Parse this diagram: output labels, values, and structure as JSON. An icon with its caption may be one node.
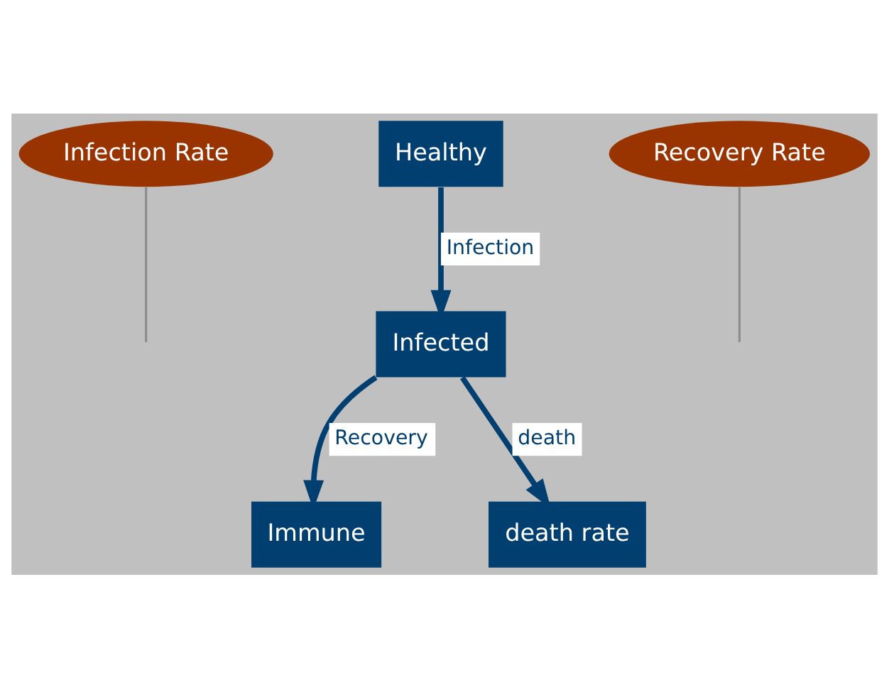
{
  "diagram": {
    "nodes": [
      {
        "text": [
          "Infection Rate"
        ]
      },
      {
        "text": [
          "Healthy"
        ]
      },
      {
        "text": [
          "Recovery Rate"
        ]
      },
      {
        "text": [
          "Infected"
        ]
      },
      {
        "text": [
          "Immune"
        ]
      },
      {
        "text": [
          "death rate"
        ]
      }
    ],
    "edges": [
      {
        "from": 1,
        "to": 3,
        "arrow": "to",
        "label": "Infection"
      },
      {
        "from": 0,
        "to": null,
        "arrow": "none",
        "color": "#8c8c8c"
      },
      {
        "from": 2,
        "to": null,
        "arrow": "none",
        "color": "#8c8c8c"
      },
      {
        "from": 3,
        "to": 4,
        "arrow": "to",
        "label": "Recovery"
      },
      {
        "from": 3,
        "to": 5,
        "arrow": "to",
        "label": "death"
      }
    ]
  }
}
